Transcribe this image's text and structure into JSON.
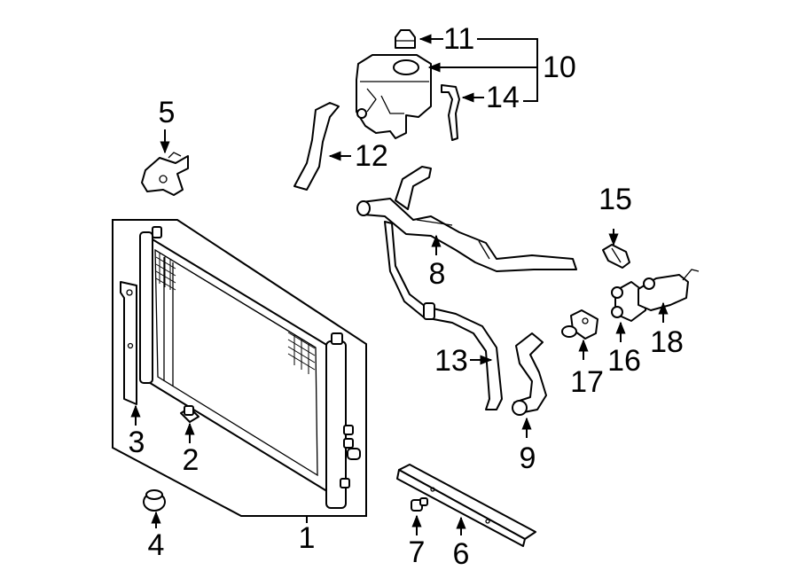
{
  "callouts": [
    {
      "id": "1",
      "label": "1"
    },
    {
      "id": "2",
      "label": "2"
    },
    {
      "id": "3",
      "label": "3"
    },
    {
      "id": "4",
      "label": "4"
    },
    {
      "id": "5",
      "label": "5"
    },
    {
      "id": "6",
      "label": "6"
    },
    {
      "id": "7",
      "label": "7"
    },
    {
      "id": "8",
      "label": "8"
    },
    {
      "id": "9",
      "label": "9"
    },
    {
      "id": "10",
      "label": "10"
    },
    {
      "id": "11",
      "label": "11"
    },
    {
      "id": "12",
      "label": "12"
    },
    {
      "id": "13",
      "label": "13"
    },
    {
      "id": "14",
      "label": "14"
    },
    {
      "id": "15",
      "label": "15"
    },
    {
      "id": "16",
      "label": "16"
    },
    {
      "id": "17",
      "label": "17"
    },
    {
      "id": "18",
      "label": "18"
    }
  ],
  "colors": {
    "ink": "#000000",
    "paper": "#ffffff"
  }
}
